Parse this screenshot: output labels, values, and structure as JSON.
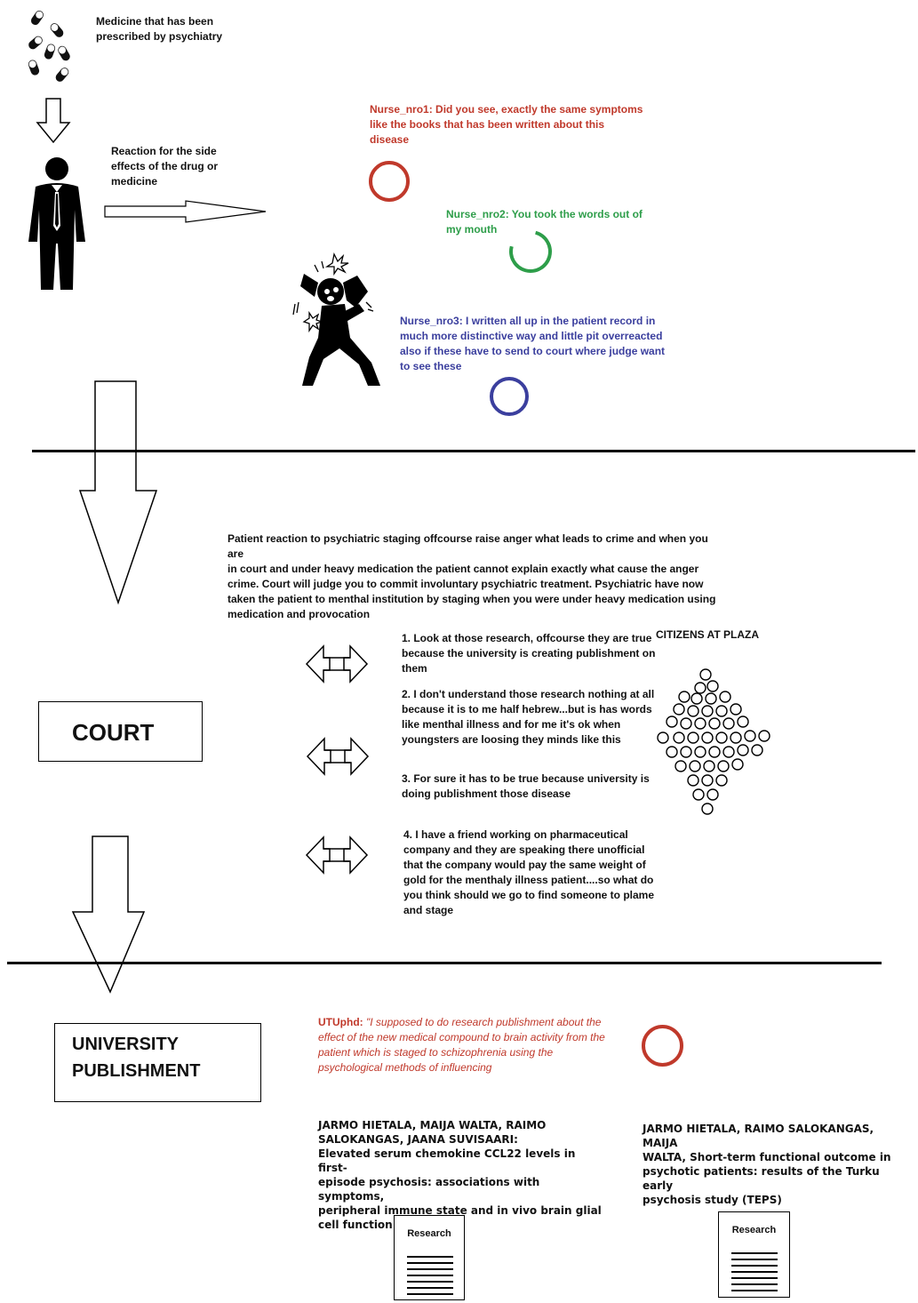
{
  "top": {
    "medicine_caption": "Medicine that has been\nprescribed by psychiatry",
    "reaction_caption": "Reaction for the side\neffects of the drug or\nmedicine",
    "nurse1": "Nurse_nro1:  Did you see, exactly the same symptoms\nlike the books that has been written about this\ndisease",
    "nurse2": "Nurse_nro2:  You took the words out of\nmy mouth",
    "nurse3": "Nurse_nro3:  I written all up in the patient record in\nmuch more distinctive way and little pit overreacted\nalso if these have to send to court where judge want\nto see these",
    "colors": {
      "nurse1": "#c0392b",
      "nurse2": "#2e9e4a",
      "nurse3": "#3b3f9e"
    }
  },
  "court": {
    "label": "COURT",
    "paragraph": "Patient reaction to psychiatric staging offcourse raise anger what leads to crime and when you are\nin court and under heavy medication the patient cannot explain exactly what cause the anger\ncrime. Court will judge you to commit involuntary psychiatric treatment. Psychiatric have now\ntaken the patient to menthal institution by staging when you were under heavy medication using\nmedication and provocation",
    "citizens_title": "CITIZENS AT PLAZA",
    "statements": [
      "1. Look at those research, offcourse they are true\nbecause the university is creating publishment on\nthem",
      "2. I don't understand those research nothing at all\nbecause it is to me half hebrew...but is has words\nlike menthal illness and for me it's ok when\nyoungsters are loosing they minds like this",
      "3. For sure it has to be true because university is\ndoing publishment those disease",
      "4. I have a friend working on pharmaceutical\ncompany and they are speaking there unofficial\nthat the company would pay the same weight of\ngold for the menthaly illness patient....so what do\nyou think should we go to find someone to plame\nand stage"
    ]
  },
  "university": {
    "label": "UNIVERSITY\nPUBLISHMENT",
    "quote_speaker": "UTUphd:",
    "quote_text": " \"I supposed to do research publishment about the\neffect of the new medical compound to brain activity from the\npatient which is staged to schizophrenia using the\npsychological methods of influencing",
    "citation1": "JARMO HIETALA, MAIJA WALTA, RAIMO\nSALOKANGAS, JAANA SUVISAARI:\nElevated serum chemokine CCL22 levels in first-\nepisode psychosis: associations with symptoms,\nperipheral immune state and in vivo brain glial\ncell function",
    "citation2": "JARMO HIETALA, RAIMO SALOKANGAS, MAIJA\nWALTA, Short-term functional outcome in\npsychotic patients: results of the Turku early\npsychosis study (TEPS)",
    "doc1_title": "Research",
    "doc2_title": "Research"
  }
}
